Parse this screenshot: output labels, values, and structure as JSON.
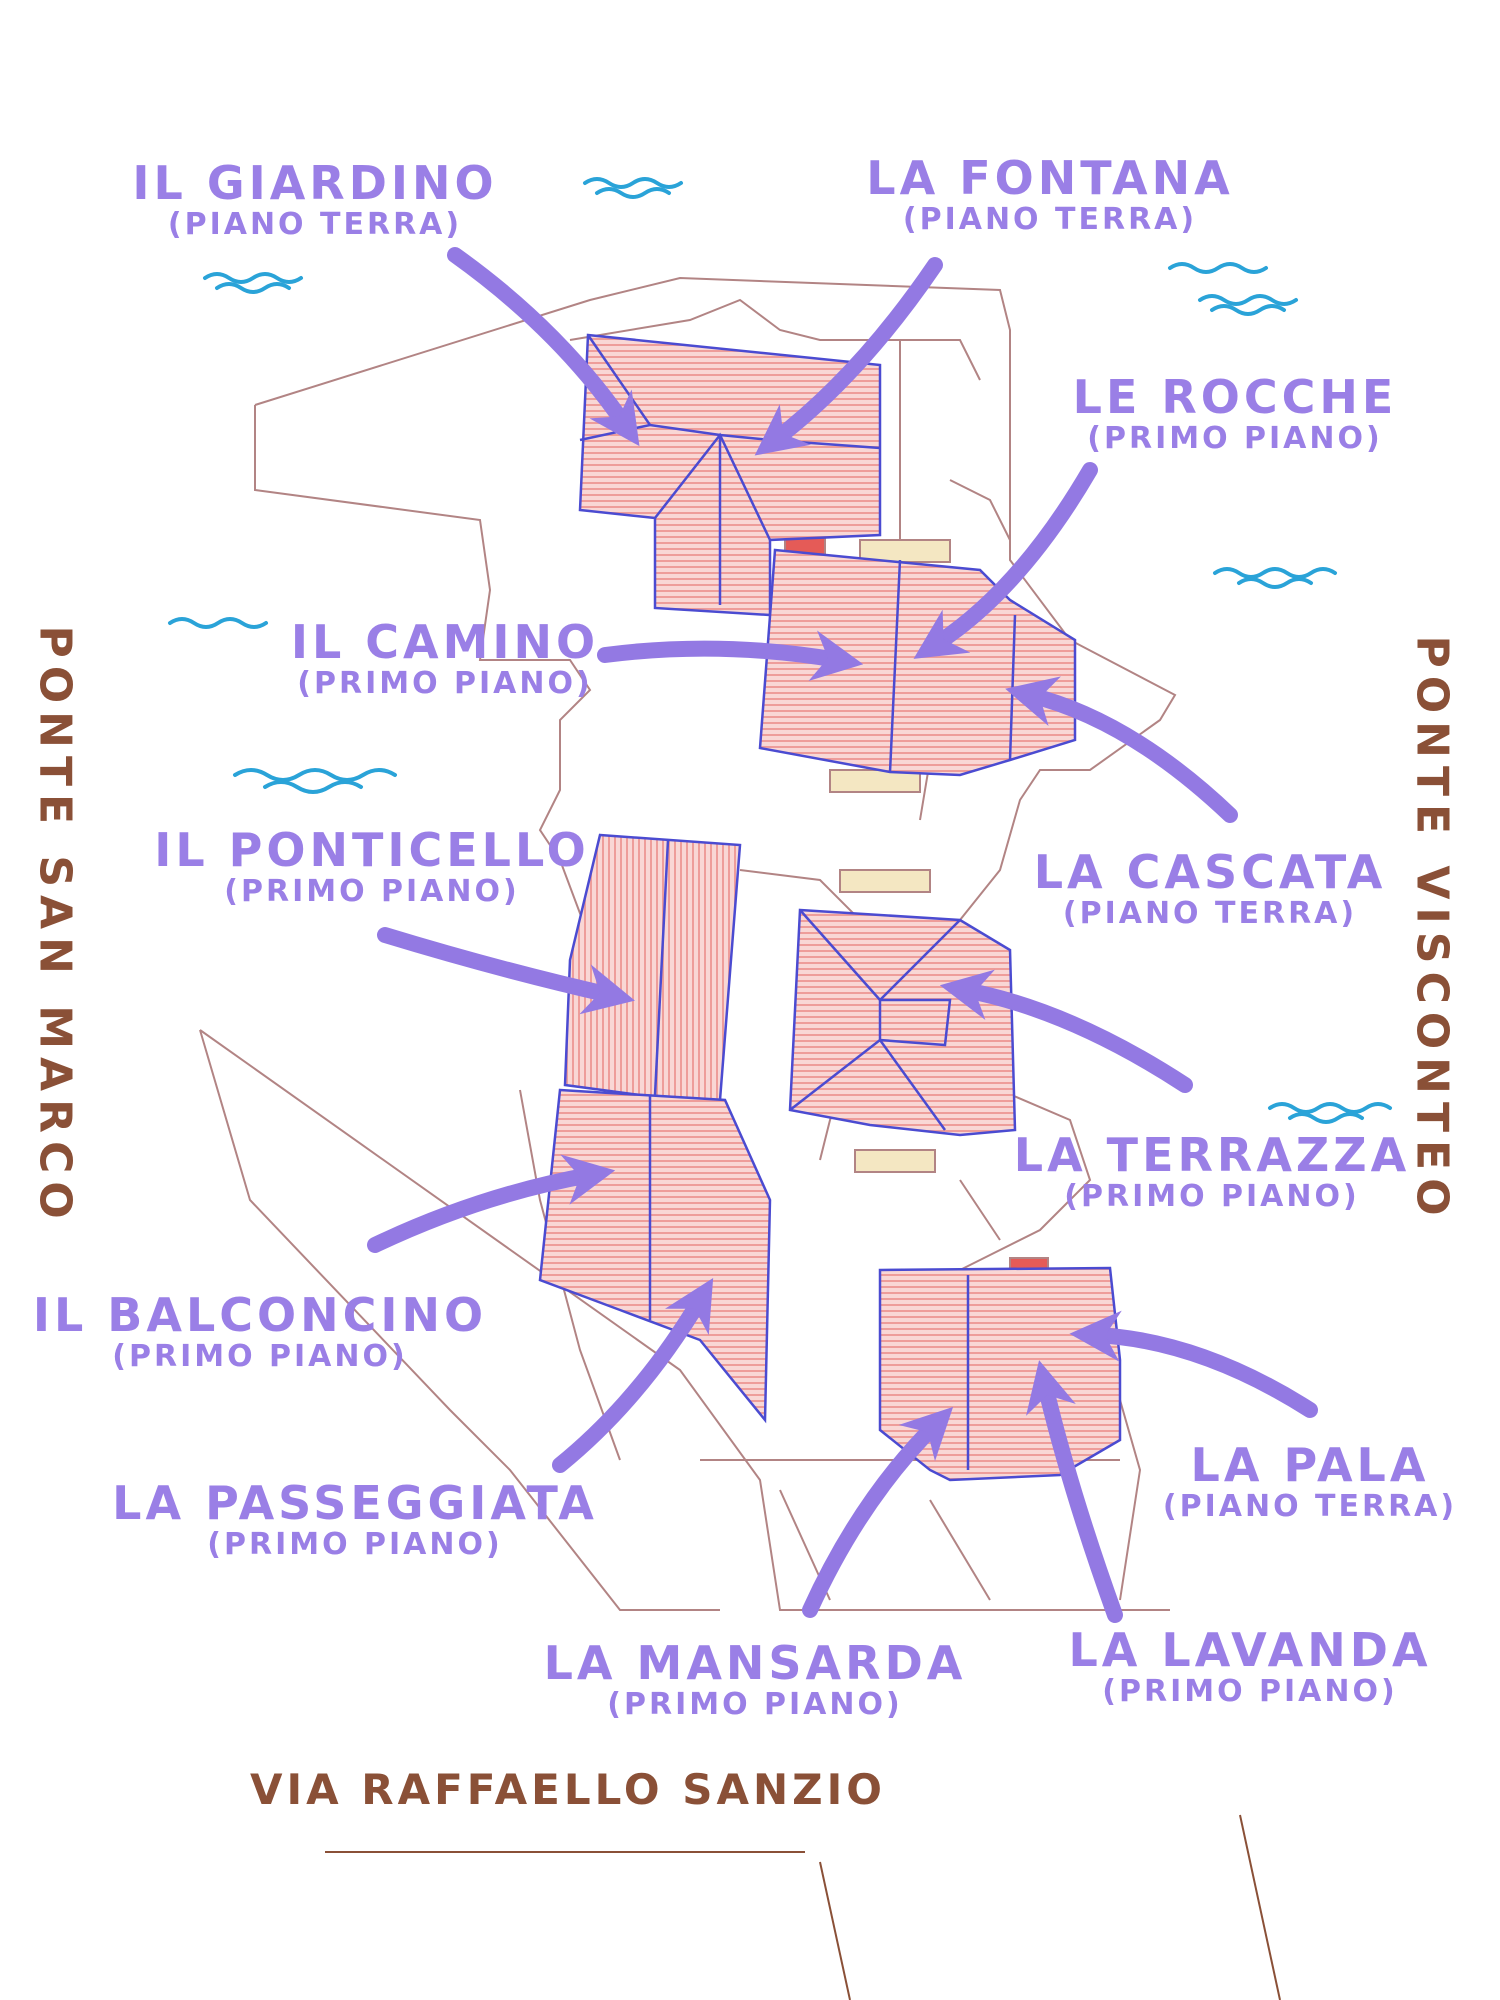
{
  "colors": {
    "label": "#9a7fe6",
    "arrow": "#9379e3",
    "street": "#8a5037",
    "roof_fill": "#f6c3c1",
    "roof_stroke": "#4b4bd1",
    "site_outline": "#b28484",
    "water": "#2aa3d8"
  },
  "streets": {
    "left": "PONTE SAN MARCO",
    "right": "PONTE VISCONTEO",
    "bottom": "VIA RAFFAELLO SANZIO"
  },
  "units": [
    {
      "name": "IL GIARDINO",
      "floor": "(PIANO TERRA)"
    },
    {
      "name": "LA FONTANA",
      "floor": "(PIANO TERRA)"
    },
    {
      "name": "LE ROCCHE",
      "floor": "(PRIMO PIANO)"
    },
    {
      "name": "IL CAMINO",
      "floor": "(PRIMO PIANO)"
    },
    {
      "name": "LA CASCATA",
      "floor": "(PIANO TERRA)"
    },
    {
      "name": "IL PONTICELLO",
      "floor": "(PRIMO PIANO)"
    },
    {
      "name": "LA TERRAZZA",
      "floor": "(PRIMO PIANO)"
    },
    {
      "name": "IL BALCONCINO",
      "floor": "(PRIMO PIANO)"
    },
    {
      "name": "LA PASSEGGIATA",
      "floor": "(PRIMO PIANO)"
    },
    {
      "name": "LA PALA",
      "floor": "(PIANO TERRA)"
    },
    {
      "name": "LA MANSARDA",
      "floor": "(PRIMO PIANO)"
    },
    {
      "name": "LA LAVANDA",
      "floor": "(PRIMO PIANO)"
    }
  ]
}
